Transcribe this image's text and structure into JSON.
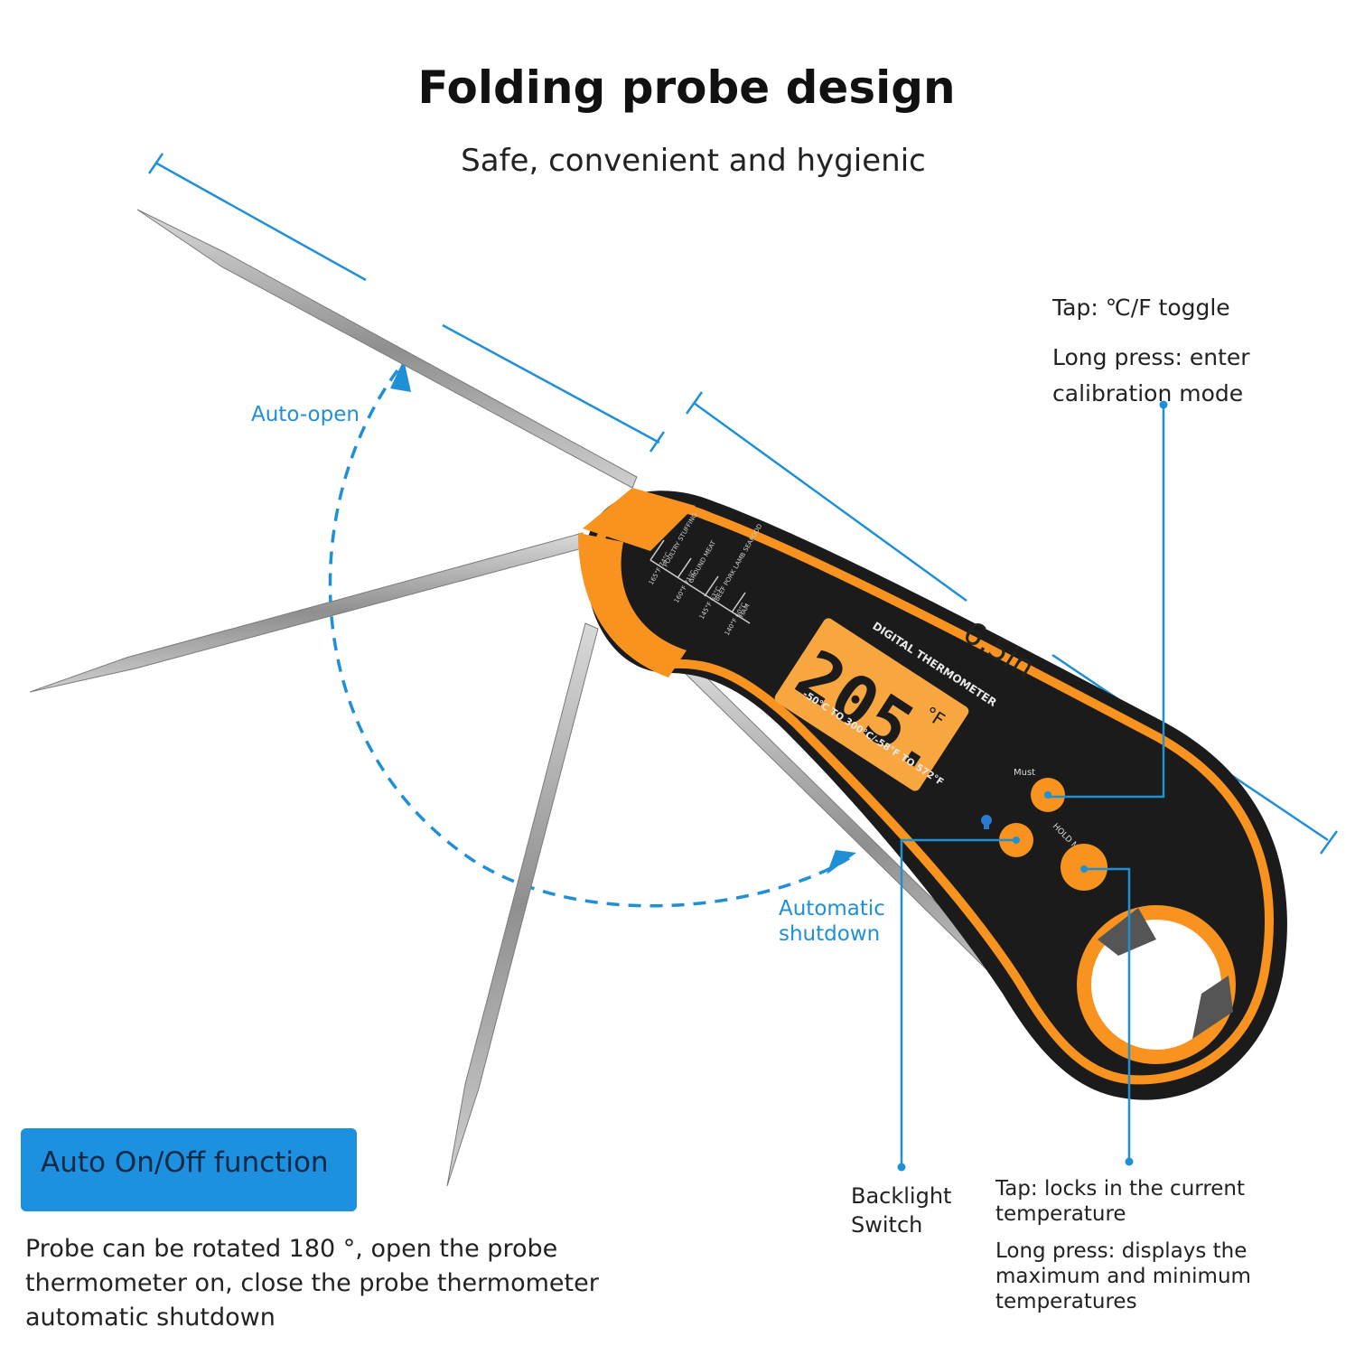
{
  "header": {
    "title": "Folding probe design",
    "subtitle": "Safe, convenient and hygienic"
  },
  "motion_labels": {
    "auto_open": "Auto-open",
    "auto_shutdown": "Automatic shutdown"
  },
  "dimension": {
    "length": "6.5in"
  },
  "callouts": {
    "top_button_tap": "Tap: ℃/F toggle",
    "top_button_long": "Long press: enter calibration mode",
    "backlight": "Backlight Switch",
    "hold_tap": "Tap: locks in the current temperature",
    "hold_long": "Long press: displays the maximum and minimum temperatures"
  },
  "device": {
    "display_value": "205.3",
    "display_unit": "°F",
    "brand_label": "DIGITAL THERMOMETER",
    "range_label": "-50°C TO 300°C/-58°F TO 572°F",
    "button_label_top": "Must",
    "button_label_hold": "HOLD MAX MIN",
    "temp_guide": [
      {
        "food": "POULTRY STUFFING",
        "temp": "165°F 74°C"
      },
      {
        "food": "GROUND MEAT",
        "temp": "160°F 71°C"
      },
      {
        "food": "BEEF PORK LAMB SEAFOOD",
        "temp": "145°F 63°C"
      },
      {
        "food": "HAM",
        "temp": "140°F 60°C"
      }
    ]
  },
  "feature": {
    "badge": "Auto On/Off function",
    "description": "Probe can be rotated 180 °, open the probe thermometer on, close the probe thermometer automatic shutdown"
  },
  "colors": {
    "accent_blue": "#1f8fd6",
    "body_orange": "#f7931e",
    "body_black": "#1b1b1b",
    "lcd": "#f7a640"
  }
}
